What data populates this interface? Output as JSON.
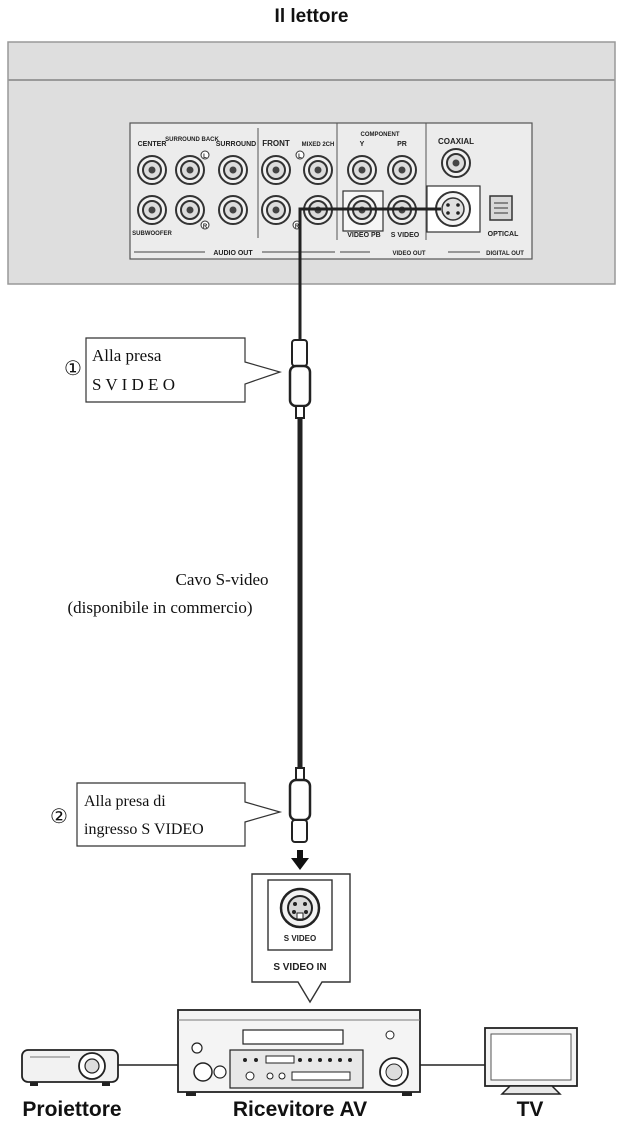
{
  "title": "Il lettore",
  "player_panel": {
    "center": "CENTER",
    "surround_back": "SURROUND BACK",
    "surround": "SURROUND",
    "front": "FRONT",
    "mixed": "MIXED 2CH",
    "component": "COMPONENT",
    "comp_y": "Y",
    "comp_pr": "PR",
    "coaxial": "COAXIAL",
    "subwoofer": "SUBWOOFER",
    "video_pb": "VIDEO PB",
    "s_video": "S VIDEO",
    "optical": "OPTICAL",
    "audio_out": "AUDIO OUT",
    "video_out": "VIDEO OUT",
    "digital_out": "DIGITAL OUT",
    "left_mark": "L",
    "right_mark": "R"
  },
  "callout1": {
    "number": "①",
    "line1": "Alla presa",
    "line2": "S V I D E O"
  },
  "cable": {
    "line1": "Cavo S-video",
    "line2": "(disponibile in commercio)"
  },
  "callout2": {
    "number": "②",
    "line1": "Alla presa di",
    "line2": "ingresso S VIDEO"
  },
  "jack": {
    "label": "S VIDEO",
    "caption": "S VIDEO IN"
  },
  "devices": {
    "projector": "Proiettore",
    "receiver": "Ricevitore AV",
    "tv": "TV"
  }
}
